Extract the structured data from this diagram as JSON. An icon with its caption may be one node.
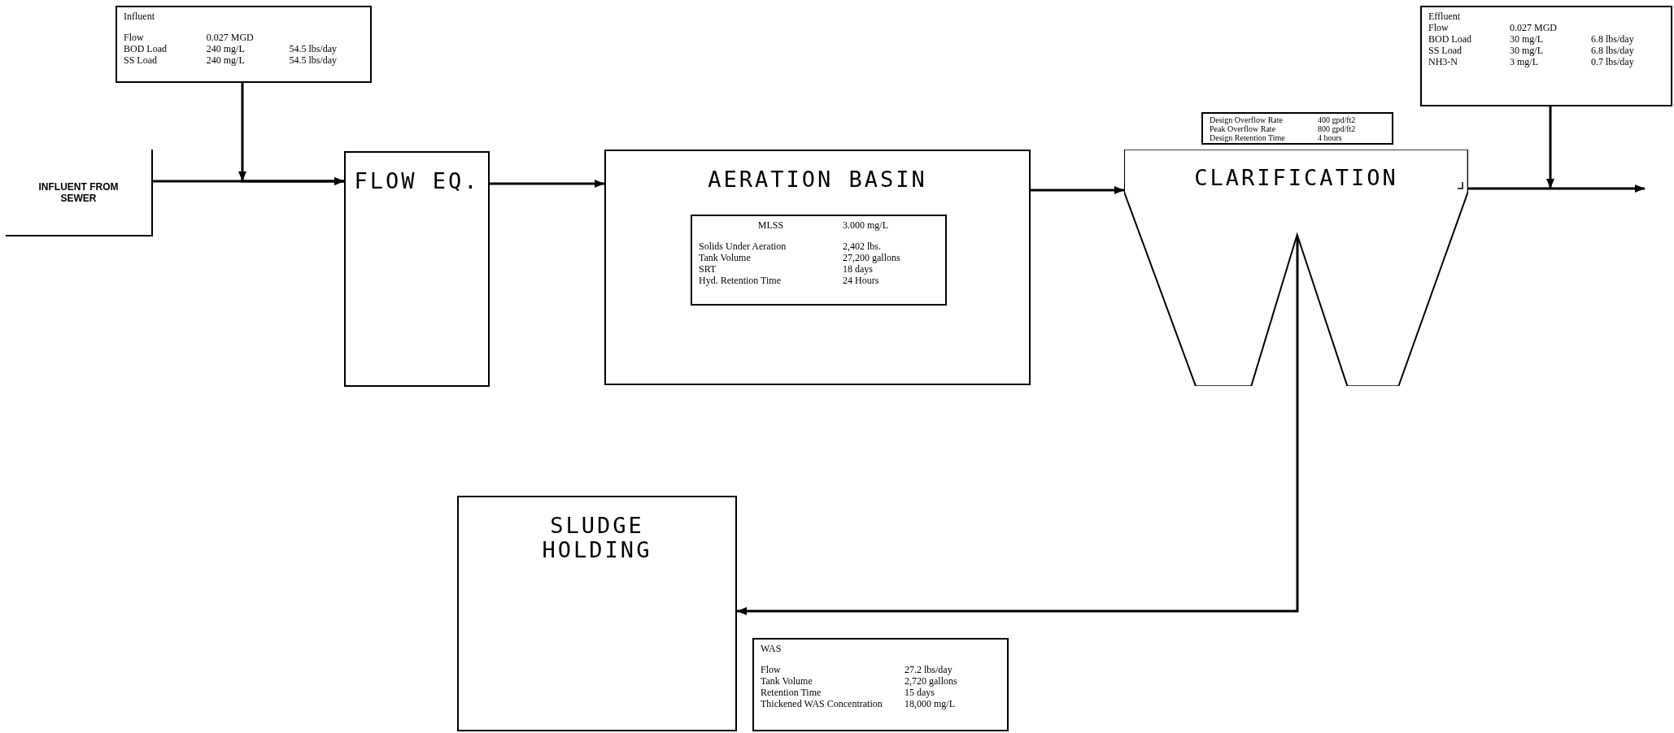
{
  "diagram": {
    "nodes": [
      {
        "text": [
          "INFLUENT FROM SEWER"
        ]
      },
      {
        "text": [
          "Influent",
          "Flow",
          "0.027 MGD",
          "BOD Load",
          "240 mg/L",
          "54.5 lbs/day",
          "SS Load",
          "240 mg/L",
          "54.5 lbs/day"
        ]
      },
      {
        "text": [
          "FLOW EQ."
        ]
      },
      {
        "text": [
          "AERATION BASIN"
        ]
      },
      {
        "text": [
          "MLSS",
          "3.000 mg/L",
          "Solids Under Aeration",
          "2,402 lbs.",
          "Tank Volume",
          "27,200 gallons",
          "SRT",
          "18 days",
          "Hyd. Retention Time",
          "24 Hours"
        ],
        "in": 3
      },
      {
        "text": [
          "Design Overflow Rate",
          "400 gpd/ft2",
          "Peak Overflow Rate",
          "800 gpd/ft2",
          "Design Retention Time",
          "4 hours"
        ]
      },
      {
        "text": [
          "CLARIFICATION"
        ]
      },
      {
        "text": [
          "Effluent",
          "Flow",
          "0.027 MGD",
          "BOD Load",
          "30 mg/L",
          "6.8 lbs/day",
          "SS Load",
          "30 mg/L",
          "6.8 lbs/day",
          "NH3-N",
          "3 mg/L",
          "0.7 lbs/day"
        ]
      },
      {
        "text": [
          "SLUDGE HOLDING"
        ]
      },
      {
        "text": [
          "WAS",
          "Flow",
          "27.2 lbs/day",
          "Tank Volume",
          "2,720 gallons",
          "Retention Time",
          "15 days",
          "Thickened WAS Concentration",
          "18,000 mg/L"
        ]
      }
    ],
    "edges": [
      {
        "from": 0,
        "to": 2,
        "arrow": "to"
      },
      {
        "from": 1,
        "to": 2,
        "arrow": "to"
      },
      {
        "from": 2,
        "to": 3,
        "arrow": "to"
      },
      {
        "from": 3,
        "to": 6,
        "arrow": "to"
      },
      {
        "from": 6,
        "to": null,
        "arrow": "to"
      },
      {
        "from": 7,
        "to": null,
        "arrow": "to"
      },
      {
        "from": 6,
        "to": 8,
        "arrow": "to"
      }
    ]
  }
}
